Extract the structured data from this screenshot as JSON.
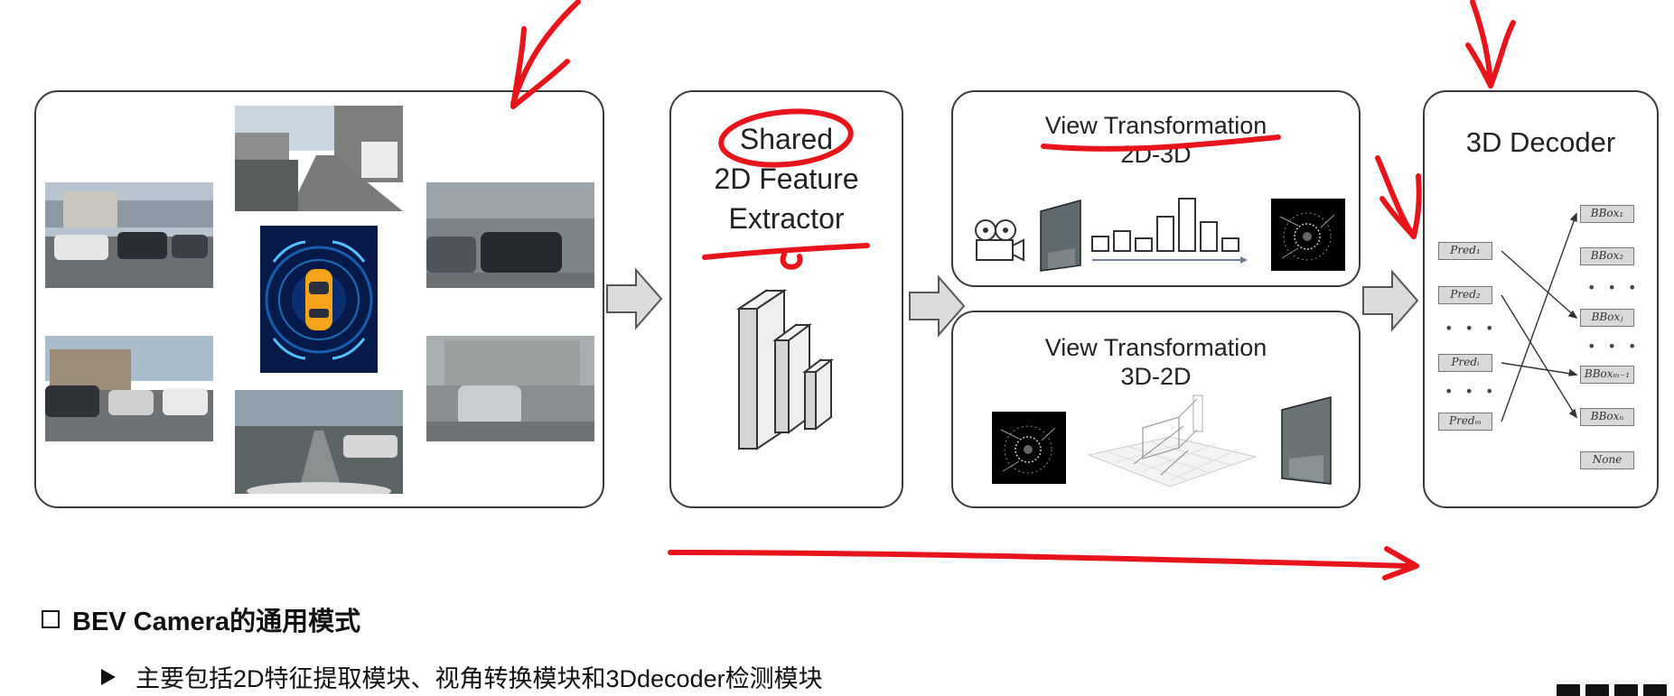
{
  "feature_extractor": {
    "title_line1": "Shared",
    "title_line2": "2D Feature",
    "title_line3": "Extractor"
  },
  "view_transform_a": {
    "title": "View Transformation",
    "subtitle": "2D-3D"
  },
  "view_transform_b": {
    "title": "View Transformation",
    "subtitle": "3D-2D"
  },
  "decoder": {
    "title": "3D Decoder",
    "preds": [
      "Pred₁",
      "Pred₂",
      "Predᵢ",
      "Predₘ"
    ],
    "bboxes": [
      "BBox₁",
      "BBox₂",
      "BBoxⱼ",
      "BBoxₘ₋₁",
      "BBoxₙ",
      "None"
    ],
    "ellipsis": "• • •"
  },
  "section": {
    "heading": "BEV Camera的通用模式",
    "bullet": "主要包括2D特征提取模块、视角转换模块和3Ddecoder检测模块"
  },
  "colors": {
    "annotation_red": "#e8141c",
    "panel_border": "#3a3a3a",
    "box_fill": "#d9d9d9",
    "arrow_fill": "#dcdcdc"
  },
  "icons": [
    "video-camera-icon",
    "bev-car-icon",
    "feature-map-icon",
    "histogram-icon",
    "bev-scan-icon"
  ]
}
